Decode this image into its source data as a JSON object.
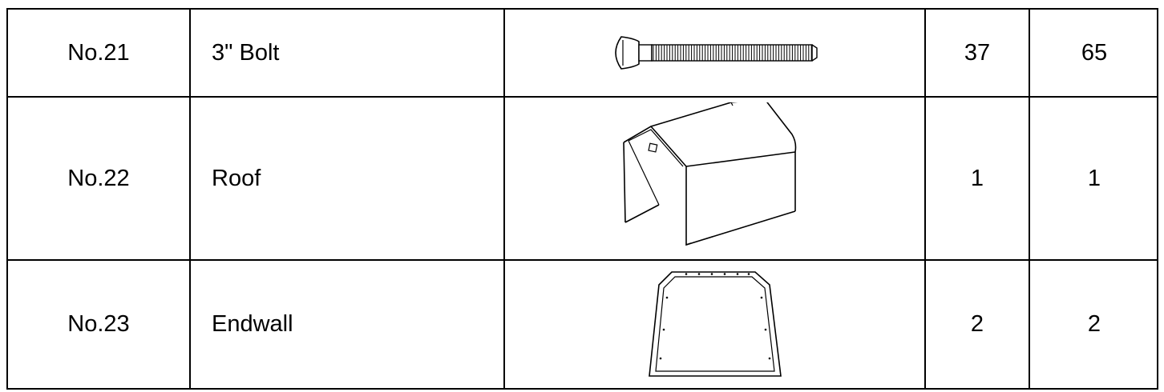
{
  "parts": [
    {
      "number": "No.21",
      "name": "3\" Bolt",
      "qty_a": "37",
      "qty_b": "65",
      "icon": "bolt-icon"
    },
    {
      "number": "No.22",
      "name": "Roof",
      "qty_a": "1",
      "qty_b": "1",
      "icon": "roof-panel-icon"
    },
    {
      "number": "No.23",
      "name": "Endwall",
      "qty_a": "2",
      "qty_b": "2",
      "icon": "endwall-panel-icon"
    }
  ]
}
